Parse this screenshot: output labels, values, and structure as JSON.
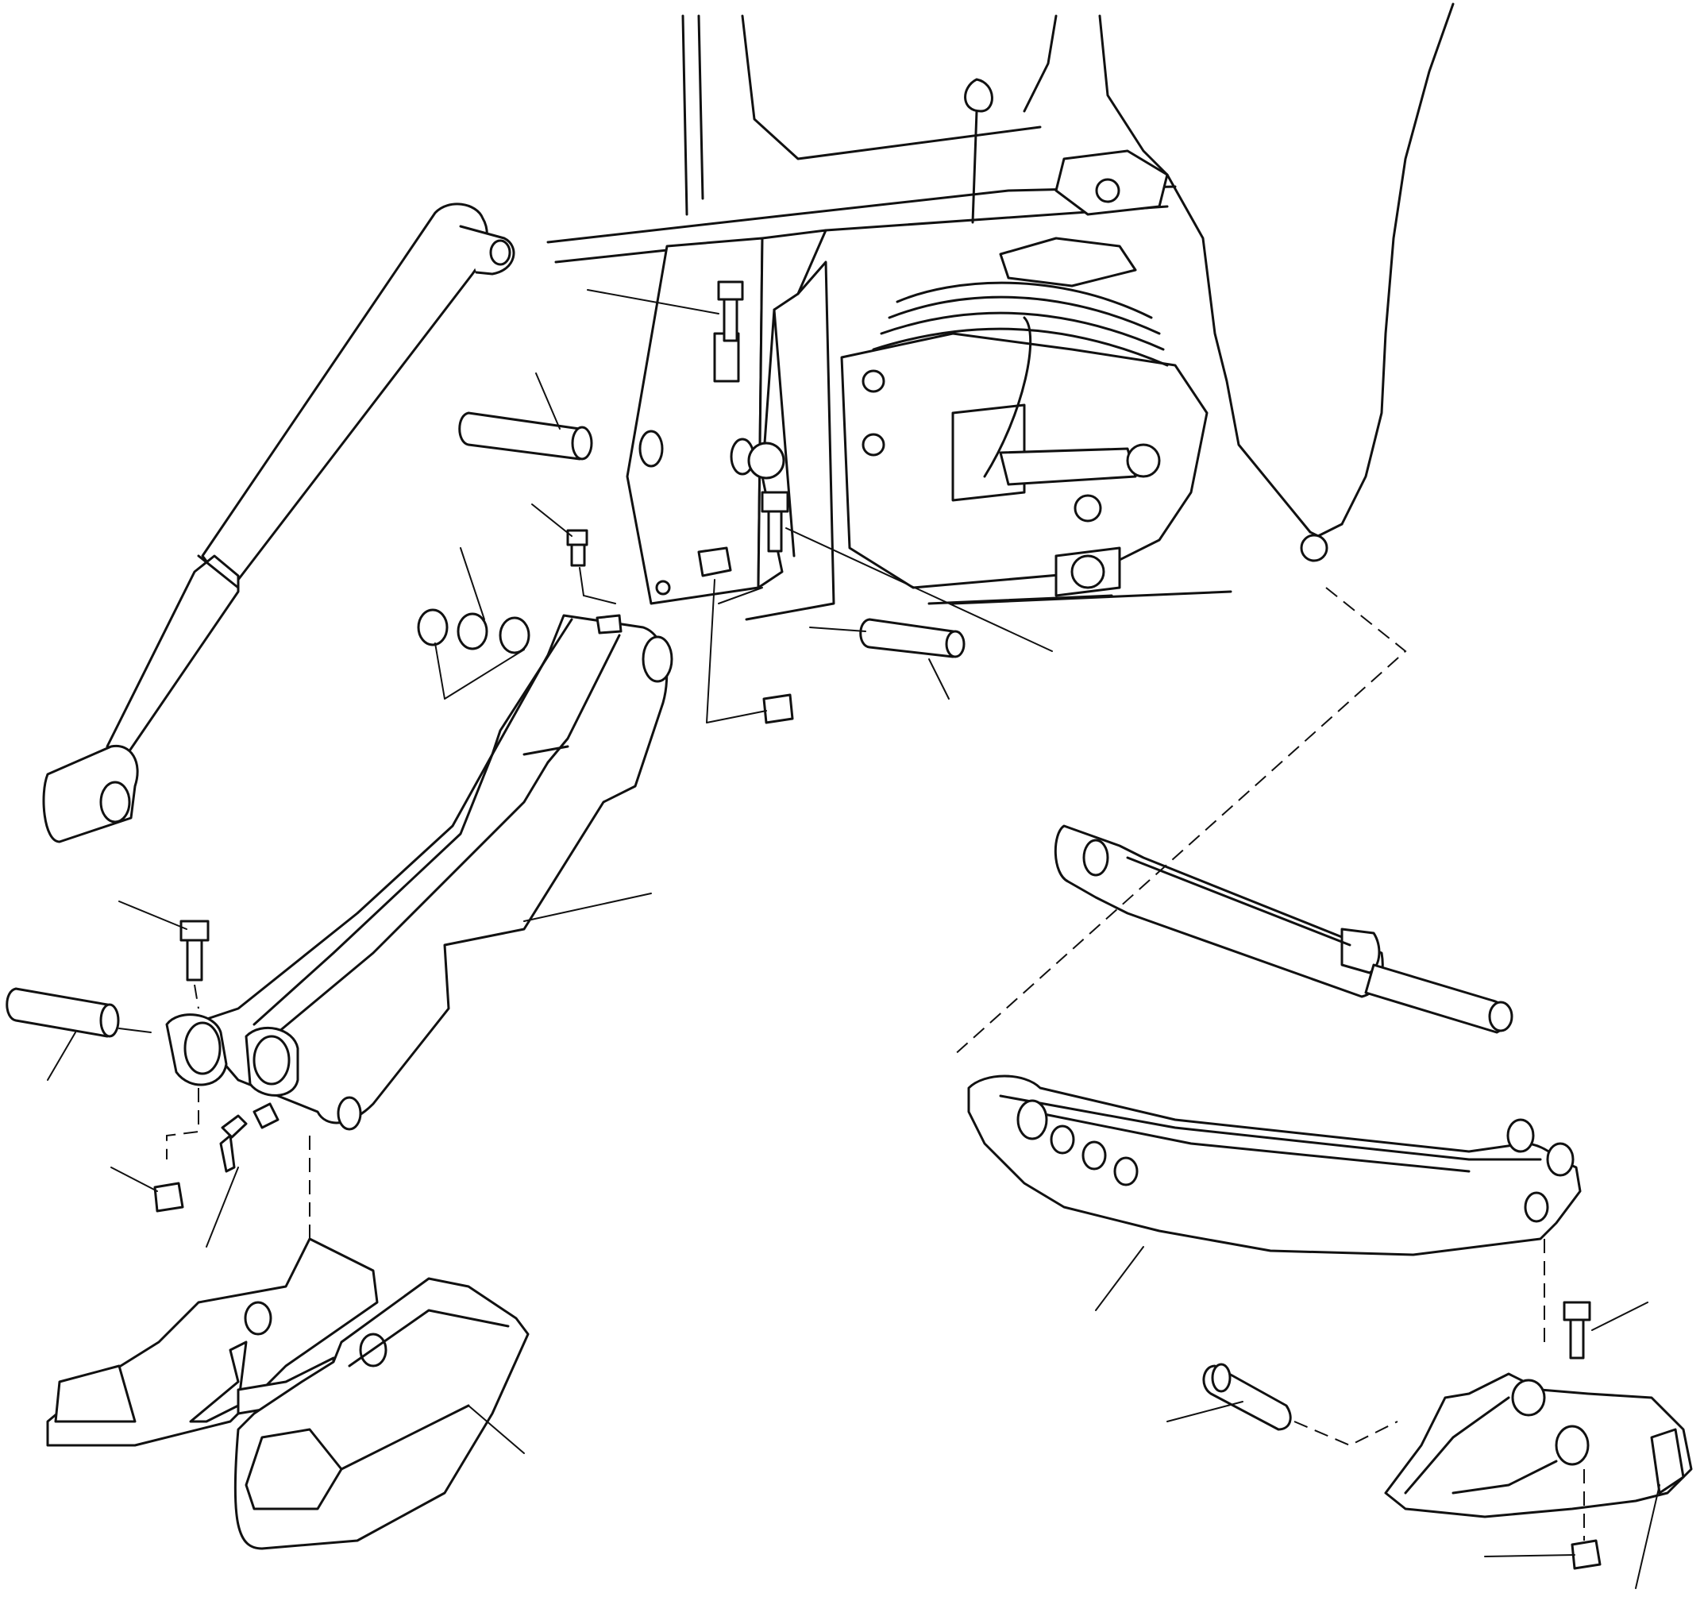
{
  "diagram": {
    "type": "exploded-parts-view",
    "colors": {
      "line": "#111111",
      "background": "#ffffff"
    },
    "callouts": [
      "leader-frame-bolt-top",
      "leader-boom-pin-upper",
      "leader-grease-fitting-upper",
      "leader-bushings",
      "leader-bushings-pair",
      "leader-frame-nuts",
      "leader-frame-pin-right",
      "leader-frame-bolt-right",
      "leader-boom-arm",
      "leader-lower-bolt",
      "leader-lower-pin",
      "leader-lower-nut",
      "leader-lower-grease-fitting",
      "leader-stabilizer-pad",
      "leader-right-boom",
      "leader-right-bolt",
      "leader-right-pin",
      "leader-right-nut",
      "leader-right-pad"
    ]
  }
}
